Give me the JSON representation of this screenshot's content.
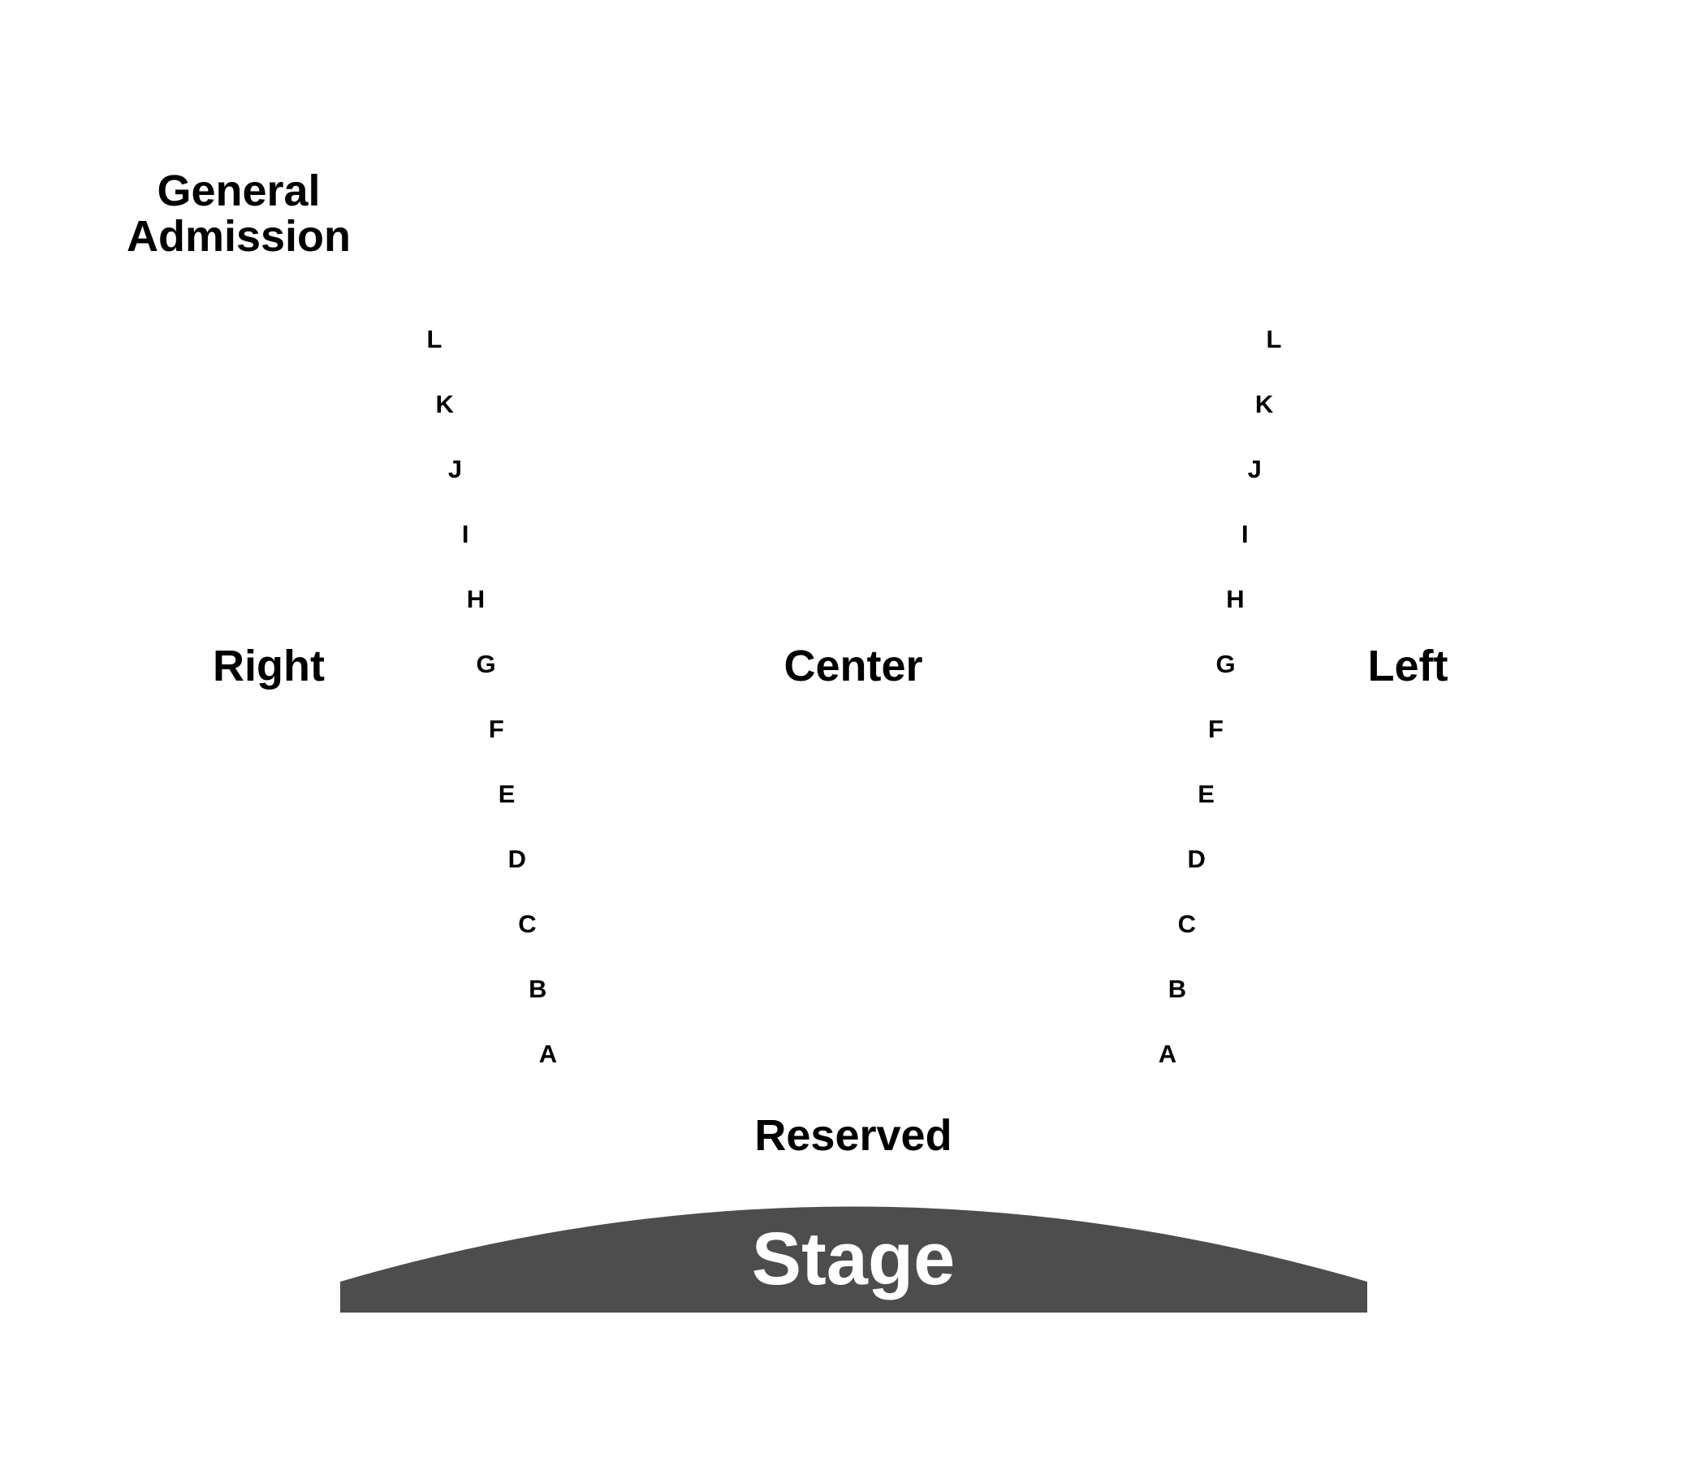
{
  "chart_data": {
    "type": "seating_chart",
    "sections": {
      "general_admission_line1": "General",
      "general_admission_line2": "Admission",
      "right": "Right",
      "center": "Center",
      "left": "Left",
      "reserved": "Reserved",
      "stage": "Stage"
    },
    "rows": [
      "L",
      "K",
      "J",
      "I",
      "H",
      "G",
      "F",
      "E",
      "D",
      "C",
      "B",
      "A"
    ],
    "colors": {
      "stage_fill": "#4d4d4d",
      "stage_text": "#ffffff",
      "text": "#000000",
      "background": "#ffffff"
    }
  }
}
